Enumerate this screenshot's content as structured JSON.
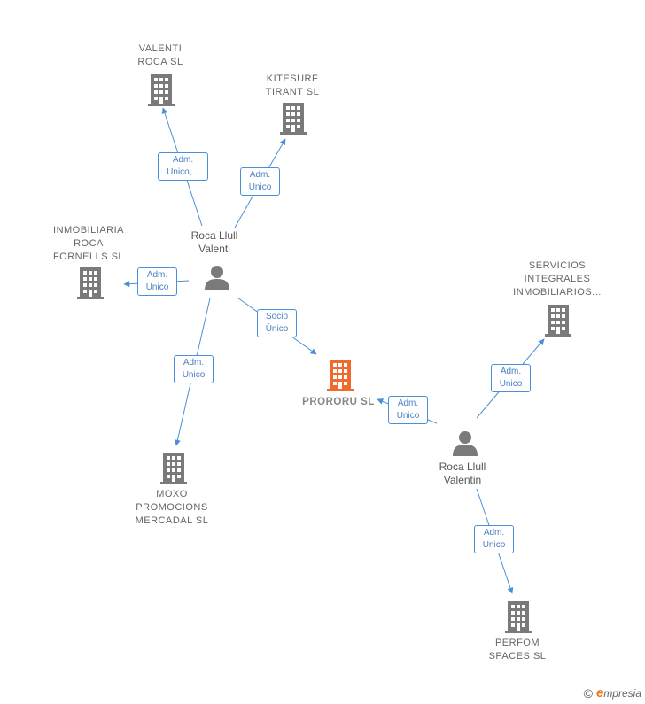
{
  "colors": {
    "edge": "#4a90d9",
    "company": "#7a7a7a",
    "company_main": "#f06a2d",
    "person": "#7a7a7a"
  },
  "companies": {
    "valenti_roca": {
      "line1": "VALENTI",
      "line2": "ROCA  SL",
      "icon": "building-icon"
    },
    "kitesurf_tirant": {
      "line1": "KITESURF",
      "line2": "TIRANT  SL",
      "icon": "building-icon"
    },
    "inmobiliaria_roca": {
      "line1": "INMOBILIARIA",
      "line2": "ROCA",
      "line3": "FORNELLS  SL",
      "icon": "building-icon"
    },
    "servicios_integrales": {
      "line1": "SERVICIOS",
      "line2": "INTEGRALES",
      "line3": "INMOBILIARIOS...",
      "icon": "building-icon"
    },
    "prororu": {
      "line1": "PRORORU  SL",
      "icon": "building-icon"
    },
    "moxo": {
      "line1": "MOXO",
      "line2": "PROMOCIONS",
      "line3": "MERCADAL  SL",
      "icon": "building-icon"
    },
    "perfom": {
      "line1": "PERFOM",
      "line2": "SPACES  SL",
      "icon": "building-icon"
    }
  },
  "persons": {
    "roca_valenti": {
      "line1": "Roca Llull",
      "line2": "Valenti",
      "icon": "person-icon"
    },
    "roca_valentin": {
      "line1": "Roca Llull",
      "line2": "Valentin",
      "icon": "person-icon"
    }
  },
  "edges": {
    "e1": {
      "line1": "Adm.",
      "line2": "Unico,..."
    },
    "e2": {
      "line1": "Adm.",
      "line2": "Unico"
    },
    "e3": {
      "line1": "Adm.",
      "line2": "Unico"
    },
    "e4": {
      "line1": "Socio",
      "line2": "Único"
    },
    "e5": {
      "line1": "Adm.",
      "line2": "Unico"
    },
    "e6": {
      "line1": "Adm.",
      "line2": "Unico"
    },
    "e7": {
      "line1": "Adm.",
      "line2": "Unico"
    },
    "e8": {
      "line1": "Adm.",
      "line2": "Unico"
    }
  },
  "footer": {
    "copyright_symbol": "©",
    "brand_initial": "e",
    "brand_rest": "mpresia"
  }
}
